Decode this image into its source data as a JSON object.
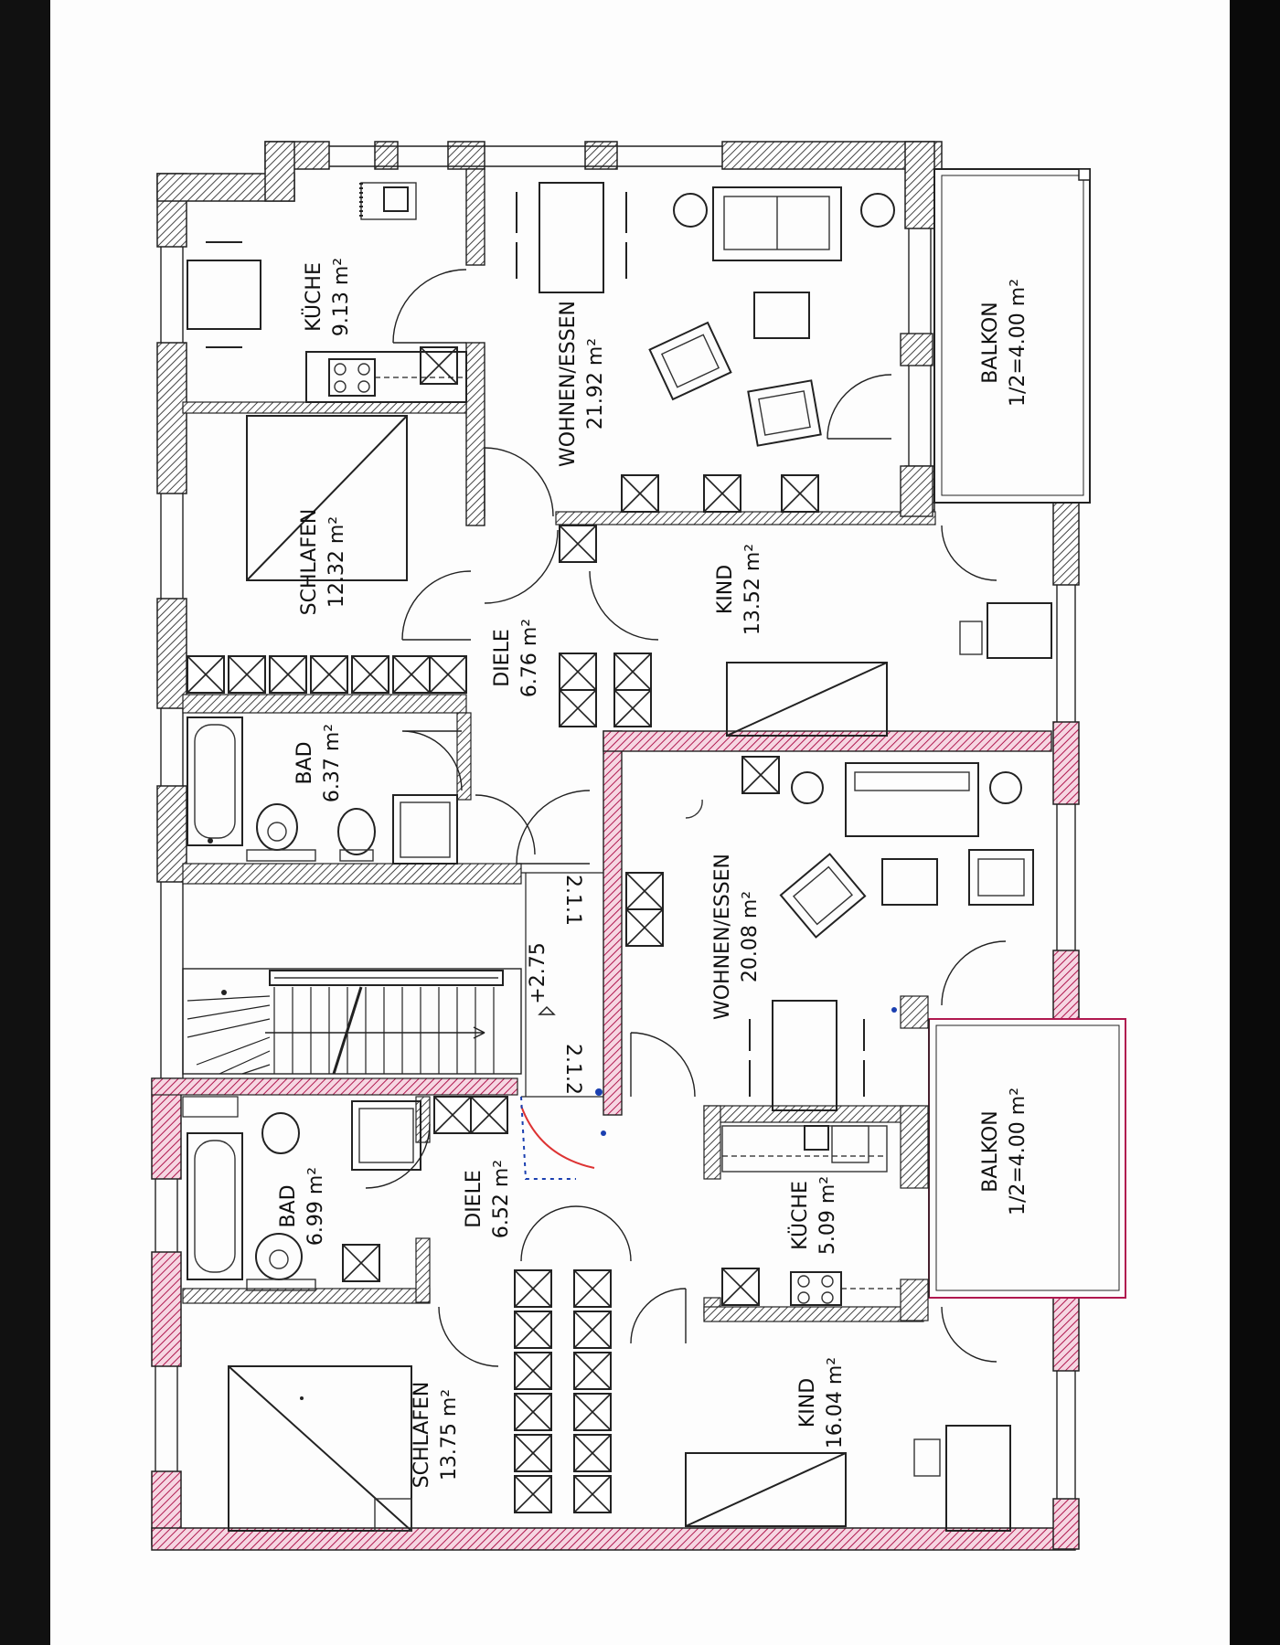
{
  "plan": {
    "units": [
      {
        "name": "upper-unit",
        "rooms": [
          {
            "name": "KÜCHE",
            "area": "9.13 m²"
          },
          {
            "name": "WOHNEN/ESSEN",
            "area": "21.92 m²"
          },
          {
            "name": "BALKON",
            "area": "1/2=4.00 m²"
          },
          {
            "name": "SCHLAFEN",
            "area": "12.32 m²"
          },
          {
            "name": "DIELE",
            "area": "6.76 m²"
          },
          {
            "name": "KIND",
            "area": "13.52 m²"
          },
          {
            "name": "BAD",
            "area": "6.37 m²"
          }
        ]
      },
      {
        "name": "lower-unit",
        "rooms": [
          {
            "name": "WOHNEN/ESSEN",
            "area": "20.08 m²"
          },
          {
            "name": "BALKON",
            "area": "1/2=4.00 m²"
          },
          {
            "name": "BAD",
            "area": "6.99 m²"
          },
          {
            "name": "DIELE",
            "area": "6.52 m²"
          },
          {
            "name": "KÜCHE",
            "area": "5.09 m²"
          },
          {
            "name": "SCHLAFEN",
            "area": "13.75 m²"
          },
          {
            "name": "KIND",
            "area": "16.04 m²"
          }
        ]
      }
    ],
    "stair": {
      "level": "+2.75",
      "door_1": "2.1.1",
      "door_2": "2.1.2"
    },
    "colors": {
      "wall_hatch": "#555555",
      "highlight_wall": "#c2185b",
      "line": "#222222",
      "background": "#fdfdfd",
      "annotation_blue": "#1a3fb0",
      "annotation_red": "#d33"
    }
  }
}
